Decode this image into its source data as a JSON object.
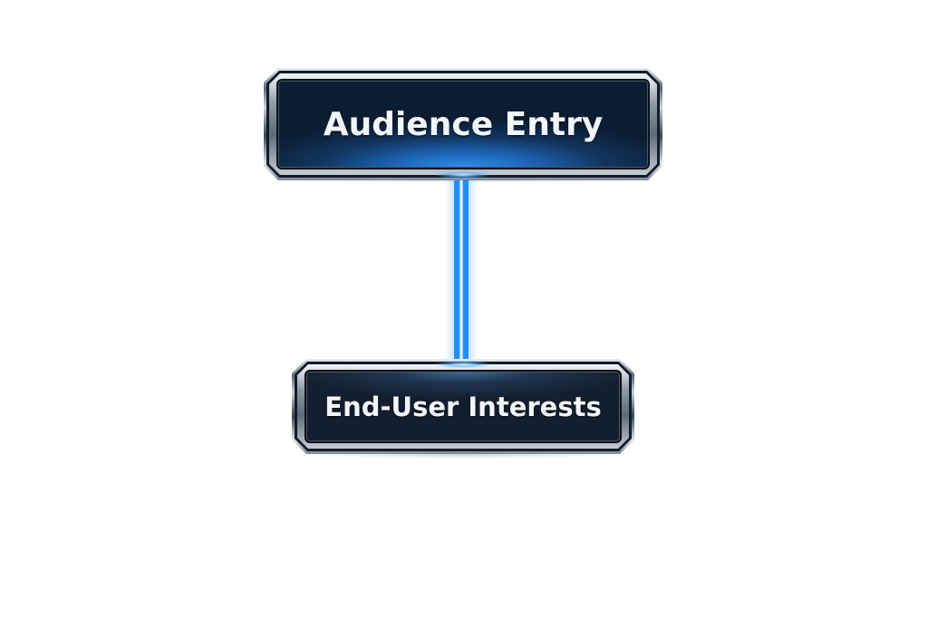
{
  "diagram": {
    "nodes": [
      {
        "id": "audience-entry",
        "label": "Audience Entry"
      },
      {
        "id": "end-user-interests",
        "label": "End-User Interests"
      }
    ],
    "edges": [
      {
        "from": "audience-entry",
        "to": "end-user-interests",
        "color": "#1e8fff"
      }
    ],
    "colors": {
      "background": "#ffffff",
      "panel_dark": "#0b1d33",
      "accent_glow": "#2f8ff0",
      "text": "#f2f6fa"
    }
  }
}
